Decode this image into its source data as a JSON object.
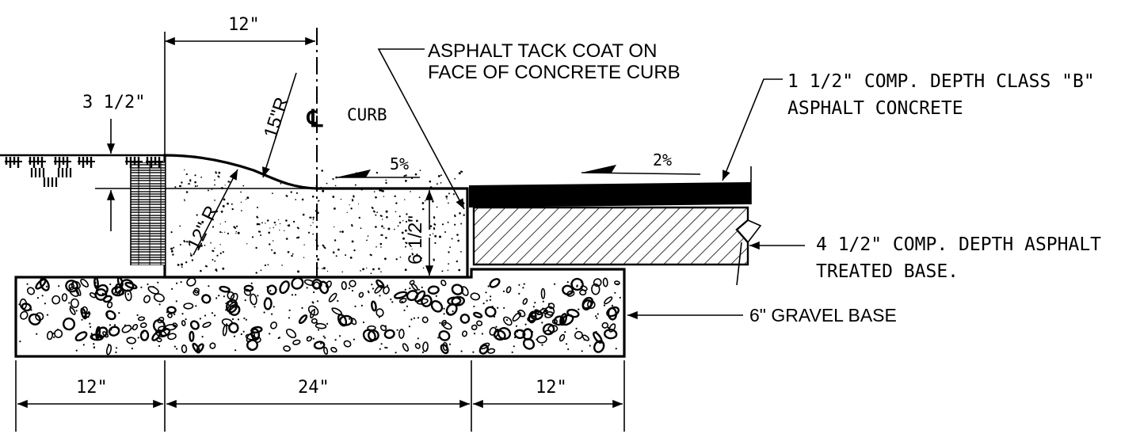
{
  "labels": {
    "dim_top_12": "12\"",
    "dim_3_5": "3 1/2\"",
    "dim_15r": "15\"R",
    "centerline_symbol": "℄",
    "curb": "CURB",
    "tack_coat_line1": "ASPHALT TACK COAT ON",
    "tack_coat_line2": "FACE OF CONCRETE CURB",
    "slope_5": "5%",
    "slope_2": "2%",
    "asphalt_concrete_line1": "1 1/2\" COMP. DEPTH CLASS \"B\"",
    "asphalt_concrete_line2": "ASPHALT CONCRETE",
    "dim_12r": "12\" R",
    "dim_6_5": "6 1/2\"",
    "treated_base_line1": "4 1/2\" COMP. DEPTH ASPHALT",
    "treated_base_line2": "TREATED BASE.",
    "gravel_base": "6\" GRAVEL BASE",
    "dim_bottom_left": "12\"",
    "dim_bottom_mid": "24\"",
    "dim_bottom_right": "12\""
  },
  "colors": {
    "ink": "#000000",
    "paper": "#ffffff"
  }
}
